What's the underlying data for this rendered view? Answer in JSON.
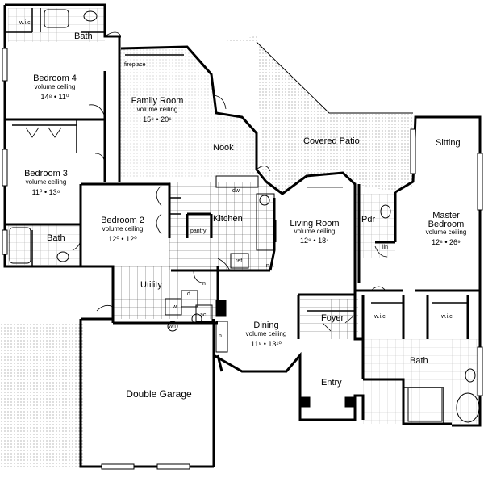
{
  "rooms": {
    "wic_top": "w.i.c.",
    "bath_top": "Bath",
    "bedroom4": {
      "name": "Bedroom 4",
      "ceiling": "volume ceiling",
      "dims": "14⁸ • 11⁰"
    },
    "fireplace": "fireplace",
    "family_room": {
      "name": "Family Room",
      "ceiling": "volume ceiling",
      "dims": "15⁸ • 20⁶"
    },
    "nook": "Nook",
    "covered_patio": "Covered  Patio",
    "sitting": "Sitting",
    "bedroom3": {
      "name": "Bedroom 3",
      "ceiling": "volume ceiling",
      "dims": "11⁰ • 13⁶"
    },
    "bath_left": "Bath",
    "bedroom2": {
      "name": "Bedroom 2",
      "ceiling": "volume ceiling",
      "dims": "12⁰ • 12⁰"
    },
    "kitchen": "Kitchen",
    "dw": "dw",
    "pantry": "pantry",
    "ref": "ref",
    "n_kitchen": "n",
    "living_room": {
      "name": "Living Room",
      "ceiling": "volume ceiling",
      "dims": "12⁹ • 18⁴"
    },
    "pdr": "Pdr",
    "lin": "lin",
    "master_bedroom": {
      "name": "Master",
      "name2": "Bedroom",
      "ceiling": "volume ceiling",
      "dims": "12⁸ • 26⁹"
    },
    "utility": "Utility",
    "n_utility": "n",
    "w": "w",
    "d": "d",
    "ac": "ac",
    "wh": "wh",
    "n_dining": "n",
    "foyer": "Foyer",
    "wic_left": "w.i.c.",
    "wic_right": "w.i.c.",
    "dining": {
      "name": "Dining",
      "ceiling": "volume ceiling",
      "dims": "11⁹ • 13¹⁰"
    },
    "bath_master": "Bath",
    "entry": "Entry",
    "garage": "Double Garage"
  }
}
